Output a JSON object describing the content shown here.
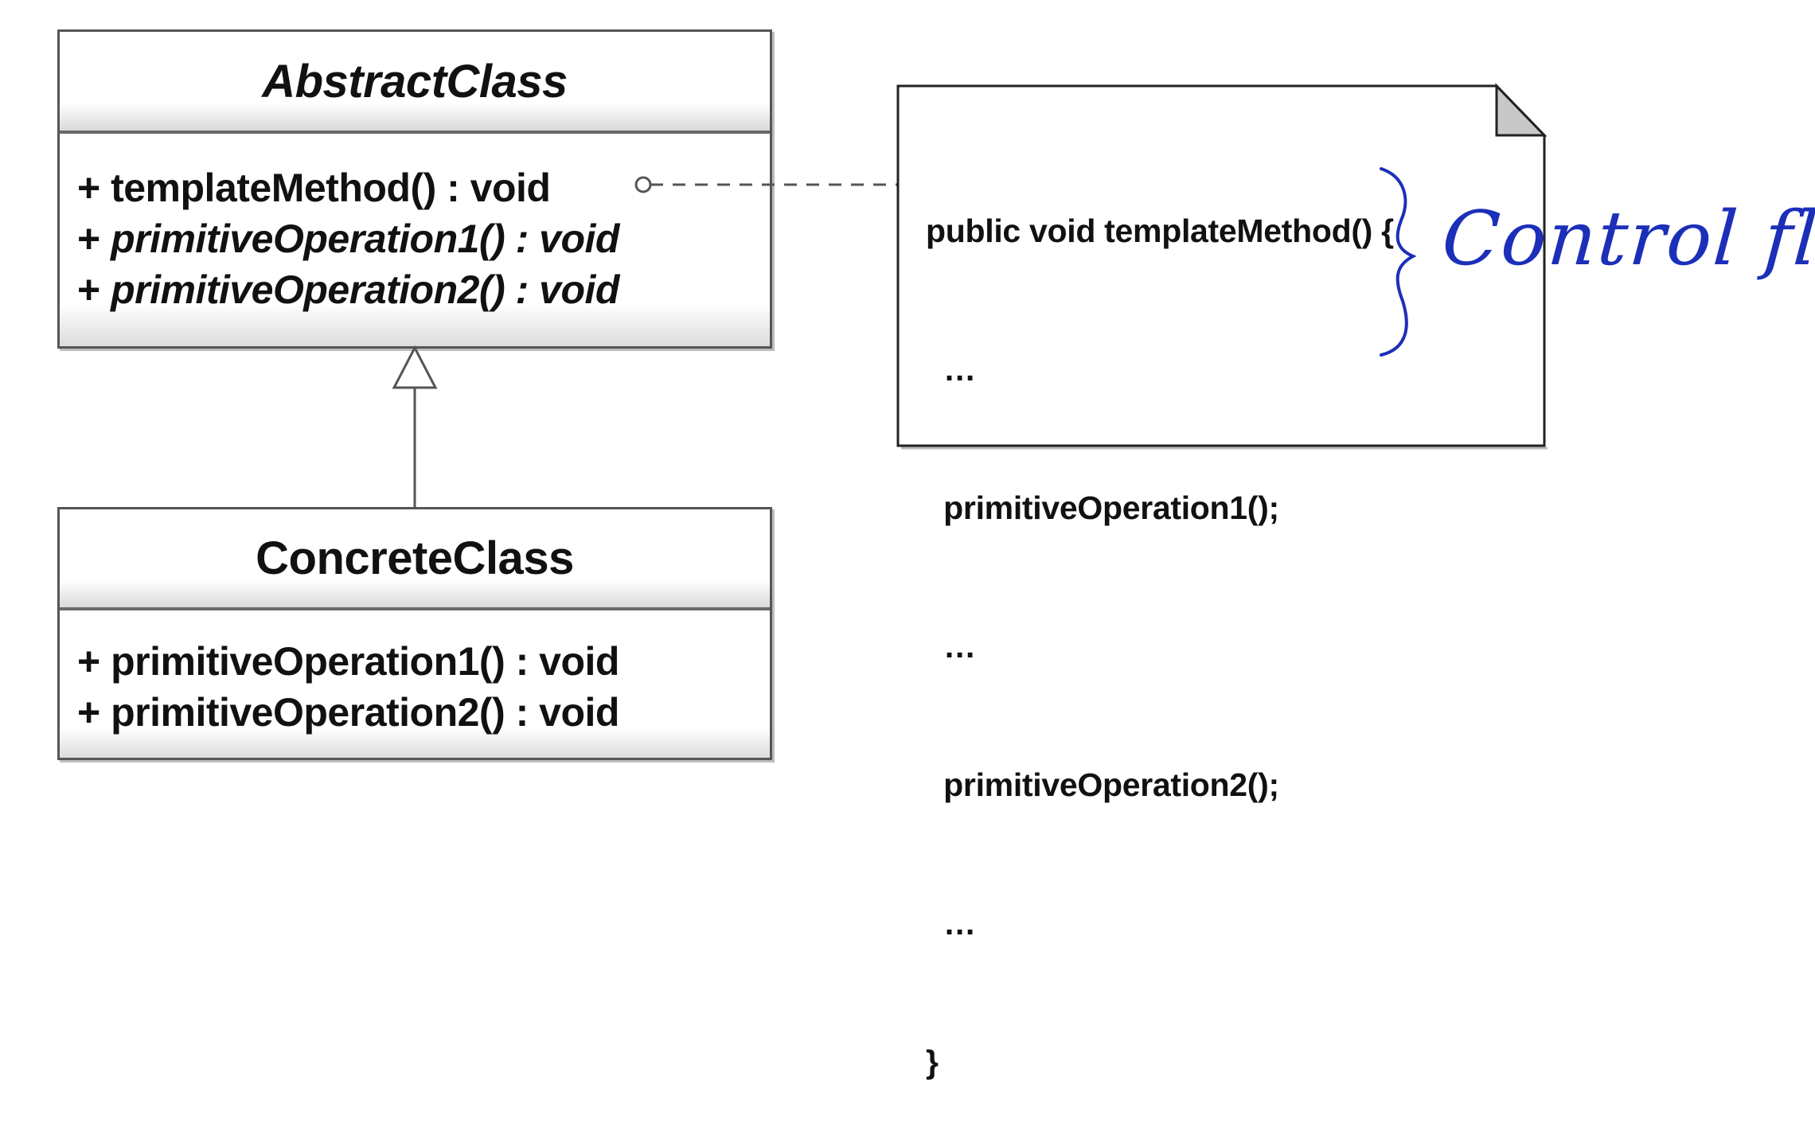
{
  "abstract_class": {
    "name": "AbstractClass",
    "operations": [
      {
        "prefix": "+ ",
        "text": "templateMethod() : void"
      },
      {
        "prefix": "+ ",
        "text": "primitiveOperation1() : void"
      },
      {
        "prefix": "+ ",
        "text": "primitiveOperation2() : void"
      }
    ]
  },
  "concrete_class": {
    "name": "ConcreteClass",
    "operations": [
      {
        "prefix": "+ ",
        "text": "primitiveOperation1() : void"
      },
      {
        "prefix": "+ ",
        "text": "primitiveOperation2() : void"
      }
    ]
  },
  "note": {
    "lines": [
      "public void templateMethod() {",
      "  …",
      "  primitiveOperation1();",
      "  …",
      "  primitiveOperation2();",
      "  …",
      "}"
    ]
  },
  "annotation": {
    "text": "Control flow"
  },
  "colors": {
    "border": "#555555",
    "handwriting": "#1c2fb8",
    "note_fold": "#c8c8c8"
  }
}
